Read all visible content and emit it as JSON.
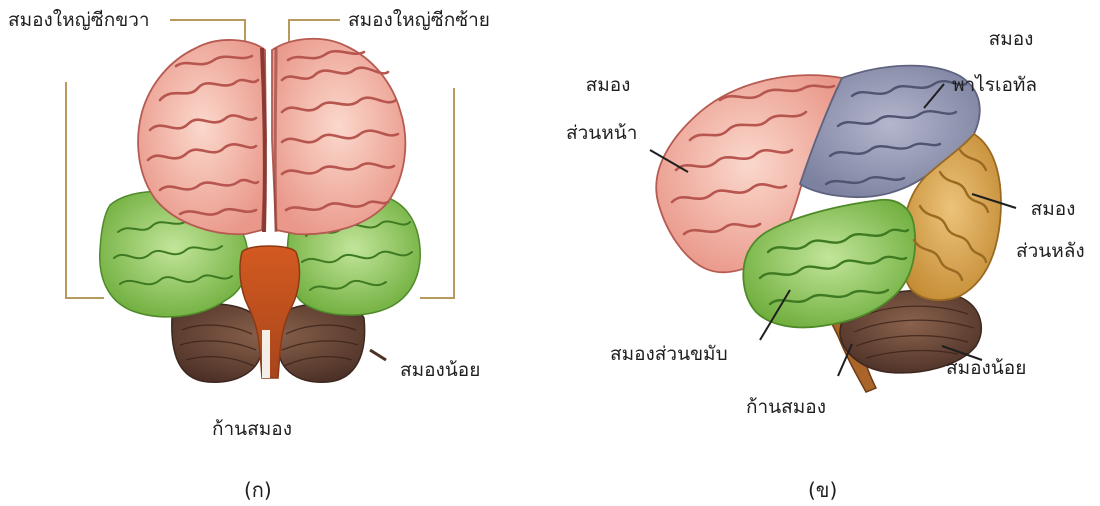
{
  "figure_a": {
    "caption": "(ก)",
    "labels": {
      "right_cerebrum": "สมองใหญ่ซีกขวา",
      "left_cerebrum": "สมองใหญ่ซีกซ้าย",
      "cerebellum": "สมองน้อย",
      "brainstem": "ก้านสมอง"
    }
  },
  "figure_b": {
    "caption": "(ข)",
    "labels": {
      "frontal_1": "สมอง",
      "frontal_2": "ส่วนหน้า",
      "parietal_1": "สมอง",
      "parietal_2": "พาไรเอทัล",
      "occipital_1": "สมอง",
      "occipital_2": "ส่วนหลัง",
      "temporal": "สมองส่วนขมับ",
      "cerebellum": "สมองน้อย",
      "brainstem": "ก้านสมอง"
    }
  },
  "colors": {
    "cerebrum_pink": "#f2b4a4",
    "gyri_line": "#b7564f",
    "temporal_green": "#86c24f",
    "parietal_purple": "#8e93ad",
    "occipital_orange": "#d7a049",
    "cerebellum_brown": "#6e4b3a",
    "brainstem_red": "#c9521e",
    "bracket_tan": "#b89a5e"
  }
}
